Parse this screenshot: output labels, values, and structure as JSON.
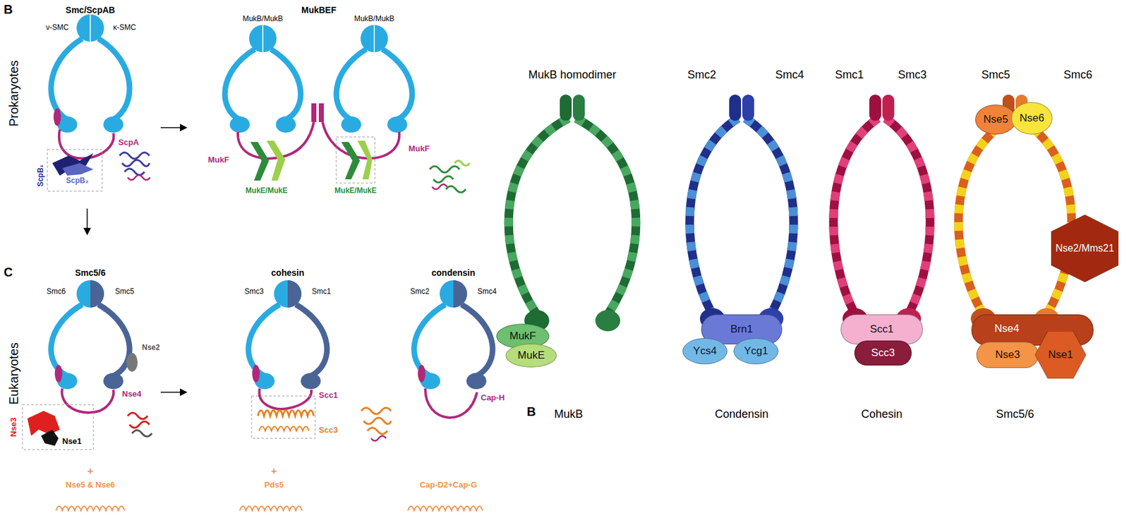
{
  "diagram": {
    "nodes": [
      {
        "text": [
          "MukF"
        ]
      },
      {
        "text": [
          "MukE"
        ]
      },
      {
        "text": [
          "Brn1"
        ]
      },
      {
        "text": [
          "Ycs4"
        ]
      },
      {
        "text": [
          "Ycg1"
        ]
      },
      {
        "text": [
          "Scc1"
        ]
      },
      {
        "text": [
          "Scc3"
        ]
      },
      {
        "text": [
          "Nse5"
        ]
      },
      {
        "text": [
          "Nse6"
        ]
      },
      {
        "text": [
          "Nse2/Mms21"
        ]
      },
      {
        "text": [
          "Nse4"
        ]
      },
      {
        "text": [
          "Nse3"
        ]
      },
      {
        "text": [
          "Nse1"
        ]
      }
    ],
    "labels": [
      "B",
      "Smc/ScpAB",
      "ν-SMC",
      "κ-SMC",
      "Prokaryotes",
      "ScpB₁",
      "ScpB₂",
      "ScpA",
      "MukBEF",
      "MukB/MukB",
      "MukB/MukB",
      "MukF",
      "MukE/MukE",
      "MukE/MukE",
      "MukF",
      "C",
      "Eukaryotes",
      "Smc5/6",
      "Smc6",
      "Smc5",
      "Nse2",
      "Nse3",
      "Nse1",
      "Nse4",
      "+",
      "Nse5 & Nse6",
      "cohesin",
      "Smc3",
      "Smc1",
      "Scc1",
      "Scc3",
      "+",
      "Pds5",
      "condensin",
      "Smc2",
      "Smc4",
      "Cap-H",
      "Cap-D2+Cap-G",
      "MukB homodimer",
      "Smc2",
      "Smc4",
      "Smc1",
      "Smc3",
      "Smc5",
      "Smc6",
      "B",
      "MukB",
      "Condensin",
      "Cohesin",
      "Smc5/6"
    ]
  }
}
